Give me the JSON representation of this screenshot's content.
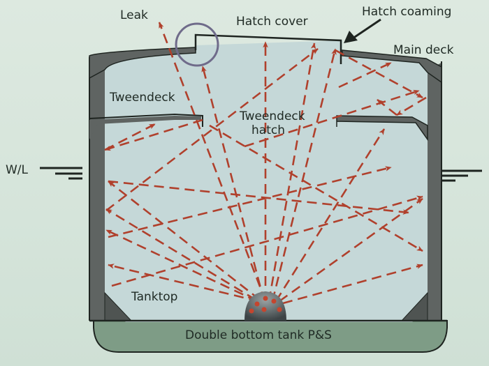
{
  "diagram": {
    "title": "Cargo hold ultrasonic leak test — sound propagation",
    "labels": {
      "leak": "Leak",
      "hatch_cover": "Hatch cover",
      "hatch_coaming": "Hatch coaming",
      "main_deck": "Main deck",
      "tweendeck": "Tweendeck",
      "tweendeck_hatch_line1": "Tweendeck",
      "tweendeck_hatch_line2": "hatch",
      "waterline": "W/L",
      "tanktop": "Tanktop",
      "double_bottom": "Double bottom tank P&S"
    },
    "components": [
      {
        "id": "ultrasonic-transmitter",
        "description": "Dome-shaped ultrasound emitter on tanktop"
      },
      {
        "id": "leak-indicator",
        "description": "Circle marking leak at hatch cover edge"
      },
      {
        "id": "sound-paths",
        "description": "Dashed red arrows of reflected ultrasound"
      }
    ],
    "colors": {
      "background": "#d8e6dc",
      "hold_interior": "#c5d8d8",
      "hull_steel": "#5f6462",
      "double_bottom": "#7e9c86",
      "sound_path": "#b0402c",
      "leak_circle": "#6f6b8a",
      "text": "#1f2a24"
    }
  }
}
